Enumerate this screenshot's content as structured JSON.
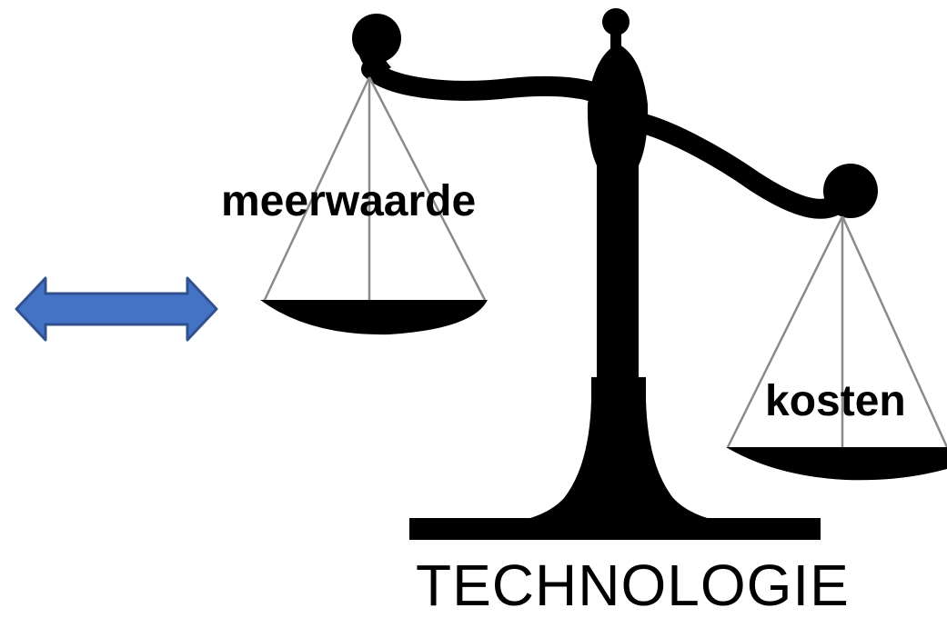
{
  "diagram": {
    "left_pan_label": "meerwaarde",
    "right_pan_label": "kosten",
    "caption": "TECHNOLOGIE",
    "icons": [
      "balance-scale-icon",
      "double-arrow-icon"
    ]
  },
  "colors": {
    "scale": "#000000",
    "strings": "#8a8a8a",
    "arrow_fill": "#4472c4",
    "arrow_stroke": "#2f528f",
    "background": "#ffffff"
  }
}
